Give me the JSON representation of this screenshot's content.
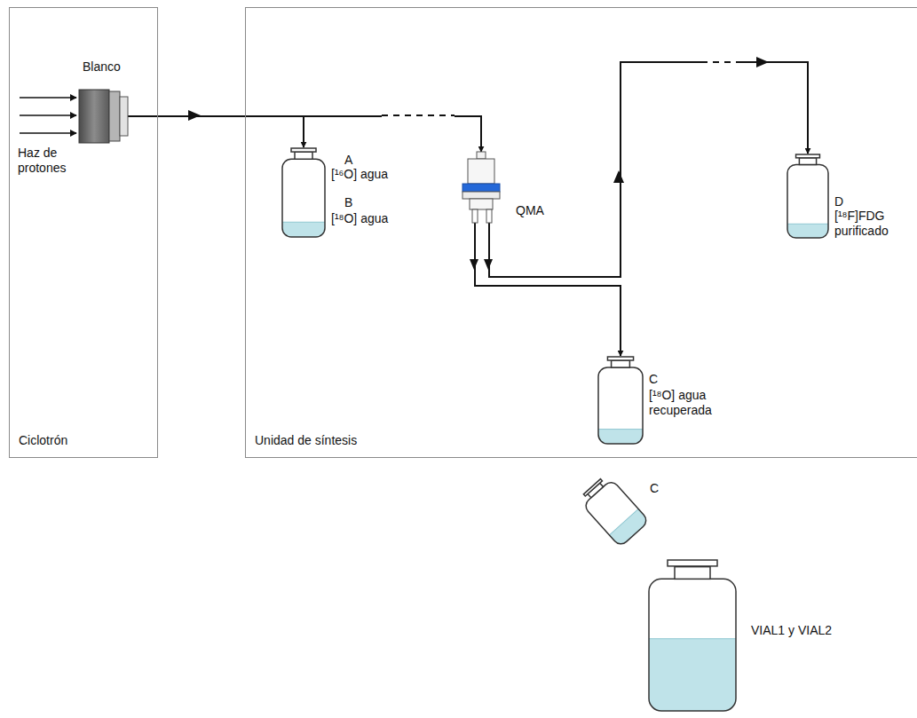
{
  "diagram": {
    "nodes": [
      {
        "text": [
          "Ciclotrón"
        ]
      },
      {
        "text": [
          "Blanco"
        ],
        "in": 0
      },
      {
        "text": [
          "Unidad de síntesis"
        ]
      },
      {
        "text": [
          "A",
          "[¹⁶O] agua",
          "B",
          "[¹⁸O] agua"
        ],
        "in": 2
      },
      {
        "text": [
          "QMA"
        ],
        "in": 2
      },
      {
        "text": [
          "D",
          "[¹⁸F]FDG purificado"
        ],
        "in": 2
      },
      {
        "text": [
          "C",
          "[¹⁸O] agua recuperada"
        ],
        "in": 2
      },
      {
        "text": [
          "C"
        ]
      },
      {
        "text": [
          "VIAL1 y VIAL2"
        ]
      }
    ],
    "edges": [
      {
        "from": 1,
        "to": 3,
        "arrow": "to"
      },
      {
        "from": 1,
        "to": 4,
        "arrow": "to"
      },
      {
        "from": 4,
        "to": 6,
        "arrow": "to"
      },
      {
        "from": 4,
        "to": 5,
        "arrow": "to"
      }
    ],
    "labels": [
      "Haz de protones"
    ]
  }
}
